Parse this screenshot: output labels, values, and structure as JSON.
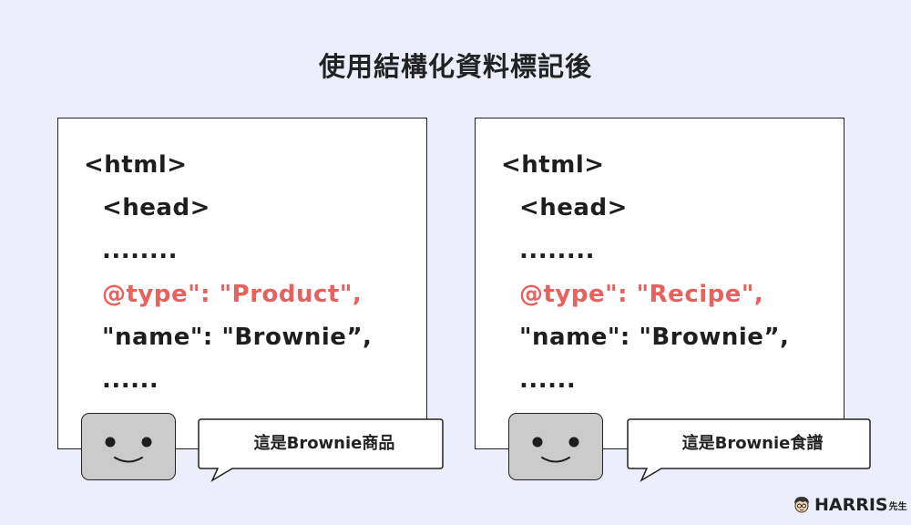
{
  "title": "使用結構化資料標記後",
  "panels": [
    {
      "lines": [
        "<html>",
        "<head>",
        "........",
        "@type\": \"Product\",",
        "\"name\": \"Brownie”,",
        "......"
      ],
      "bubble": "這是Brownie商品"
    },
    {
      "lines": [
        "<html>",
        "<head>",
        "........",
        "@type\": \"Recipe\",",
        "\"name\": \"Brownie”,",
        "......"
      ],
      "bubble": "這是Brownie食譜"
    }
  ],
  "colors": {
    "background": "#eceffb",
    "highlight": "#e8615d",
    "bot": "#cbcbcb"
  },
  "icons": [
    "robot-face-icon",
    "speech-bubble-icon",
    "avatar-icon"
  ],
  "brand": {
    "name": "HARRIS",
    "suffix": "先生"
  }
}
